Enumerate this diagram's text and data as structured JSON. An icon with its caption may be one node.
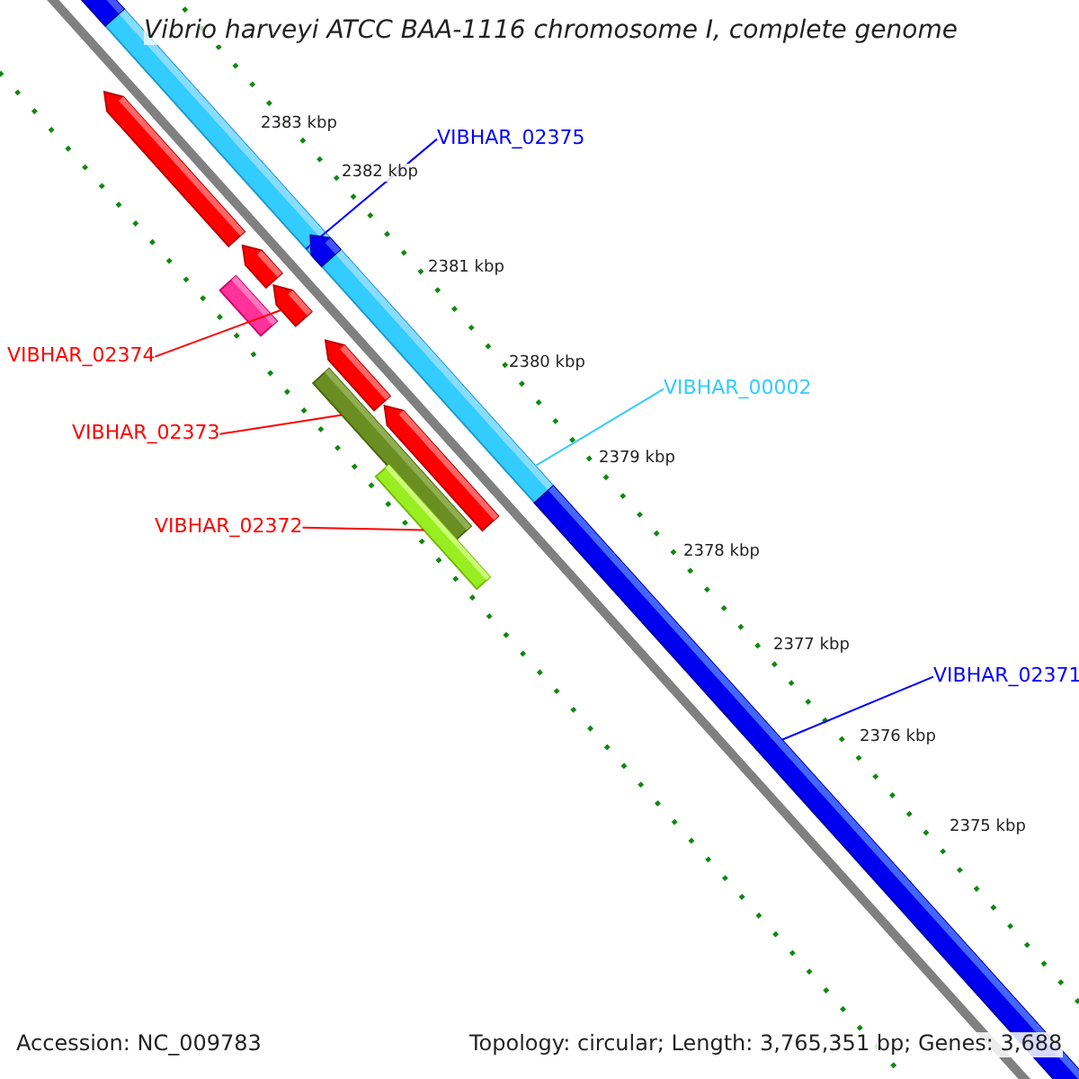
{
  "diagram": {
    "title": "Vibrio harveyi ATCC BAA-1116 chromosome I, complete genome",
    "nodes": [
      {
        "text": [
          "VIBHAR_02375"
        ]
      },
      {
        "text": [
          "VIBHAR_00002"
        ]
      },
      {
        "text": [
          "VIBHAR_02374"
        ]
      },
      {
        "text": [
          "VIBHAR_02373"
        ]
      },
      {
        "text": [
          "VIBHAR_02372"
        ]
      },
      {
        "text": [
          "VIBHAR_02371"
        ]
      },
      {
        "text": [],
        "shape": "bar",
        "in": 7
      },
      {
        "text": [],
        "shape": "bar"
      },
      {
        "text": [],
        "shape": "bar"
      },
      {
        "text": [],
        "shape": "bar"
      },
      {
        "text": [],
        "shape": "bar"
      },
      {
        "text": [],
        "shape": "bar"
      },
      {
        "text": [],
        "shape": "bar"
      },
      {
        "text": [],
        "shape": "bar"
      },
      {
        "text": [],
        "shape": "bar"
      },
      {
        "text": [],
        "shape": "bar"
      },
      {
        "text": [],
        "shape": "bar"
      },
      {
        "text": [],
        "shape": "bar"
      }
    ],
    "edges": [
      {
        "from": 0,
        "to": 6,
        "arrow": "none",
        "color": "#0000ff"
      },
      {
        "from": 1,
        "to": 7,
        "arrow": "none",
        "color": "#33ccff"
      },
      {
        "from": 2,
        "to": 8,
        "arrow": "none"
      },
      {
        "from": 3,
        "to": 9,
        "arrow": "none"
      },
      {
        "from": 4,
        "to": 10,
        "arrow": "none"
      },
      {
        "from": 5,
        "to": 11,
        "arrow": "none",
        "color": "#0000ff"
      }
    ],
    "labels": [
      "2383 kbp",
      "2382 kbp",
      "2381 kbp",
      "2380 kbp",
      "2379 kbp",
      "2378 kbp",
      "2377 kbp",
      "2376 kbp",
      "2375 kbp",
      "Accession: NC_009783",
      "Topology: circular; Length: 3,765,351 bp; Genes: 3,688"
    ]
  }
}
